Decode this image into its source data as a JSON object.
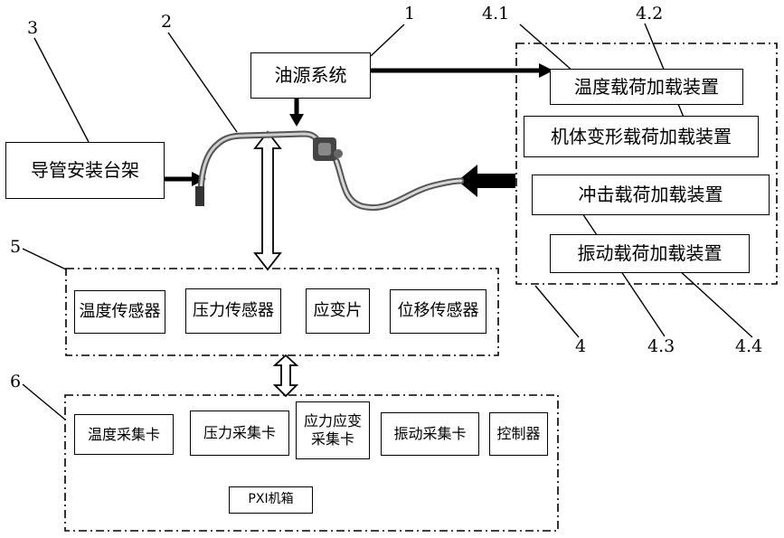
{
  "oil_source": {
    "label": "油源系统",
    "number": "1"
  },
  "pipe": {
    "number": "2"
  },
  "mount": {
    "label": "导管安装台架",
    "number": "3"
  },
  "loading": {
    "number": "4",
    "devices": [
      {
        "number": "4.1",
        "label": "温度载荷加载装置"
      },
      {
        "number": "4.2",
        "label": "机体变形载荷加载装置"
      },
      {
        "number": "4.3",
        "label": "冲击载荷加载装置"
      },
      {
        "number": "4.4",
        "label": "振动载荷加载装置"
      }
    ]
  },
  "sensors": {
    "number": "5",
    "items": [
      "温度传感器",
      "压力传感器",
      "应变片",
      "位移传感器"
    ]
  },
  "acquisition": {
    "number": "6",
    "items": [
      "温度采集卡",
      "压力采集卡",
      "应力应变\n采集卡",
      "振动采集卡",
      "控制器"
    ],
    "chassis": "PXI机箱"
  }
}
